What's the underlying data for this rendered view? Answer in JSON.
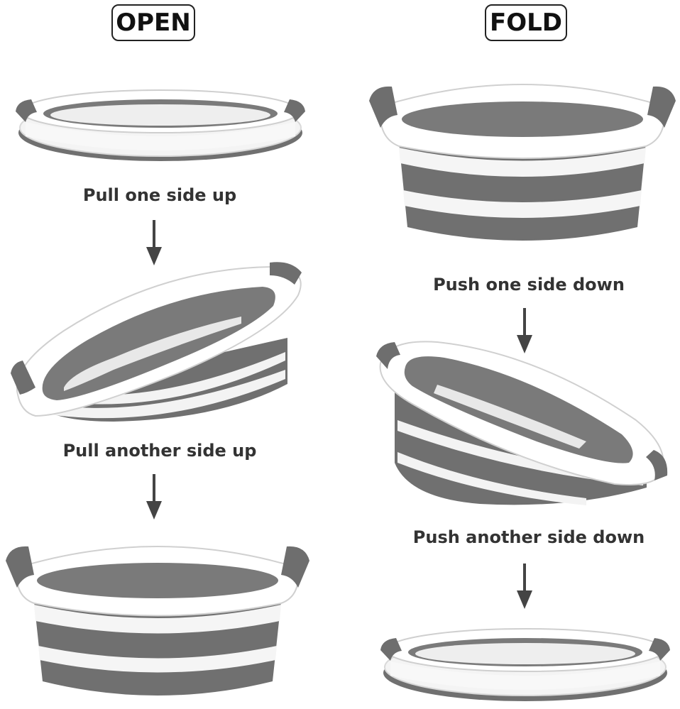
{
  "headers": {
    "open": "OPEN",
    "fold": "FOLD"
  },
  "steps": {
    "open_step_1": "Pull one side up",
    "open_step_2": "Pull another side up",
    "fold_step_1": "Push one side down",
    "fold_step_2": "Push another side down"
  },
  "colors": {
    "basket_white": "#f7f7f7",
    "basket_gray": "#707070",
    "arrow": "#444444",
    "text": "#333333"
  }
}
